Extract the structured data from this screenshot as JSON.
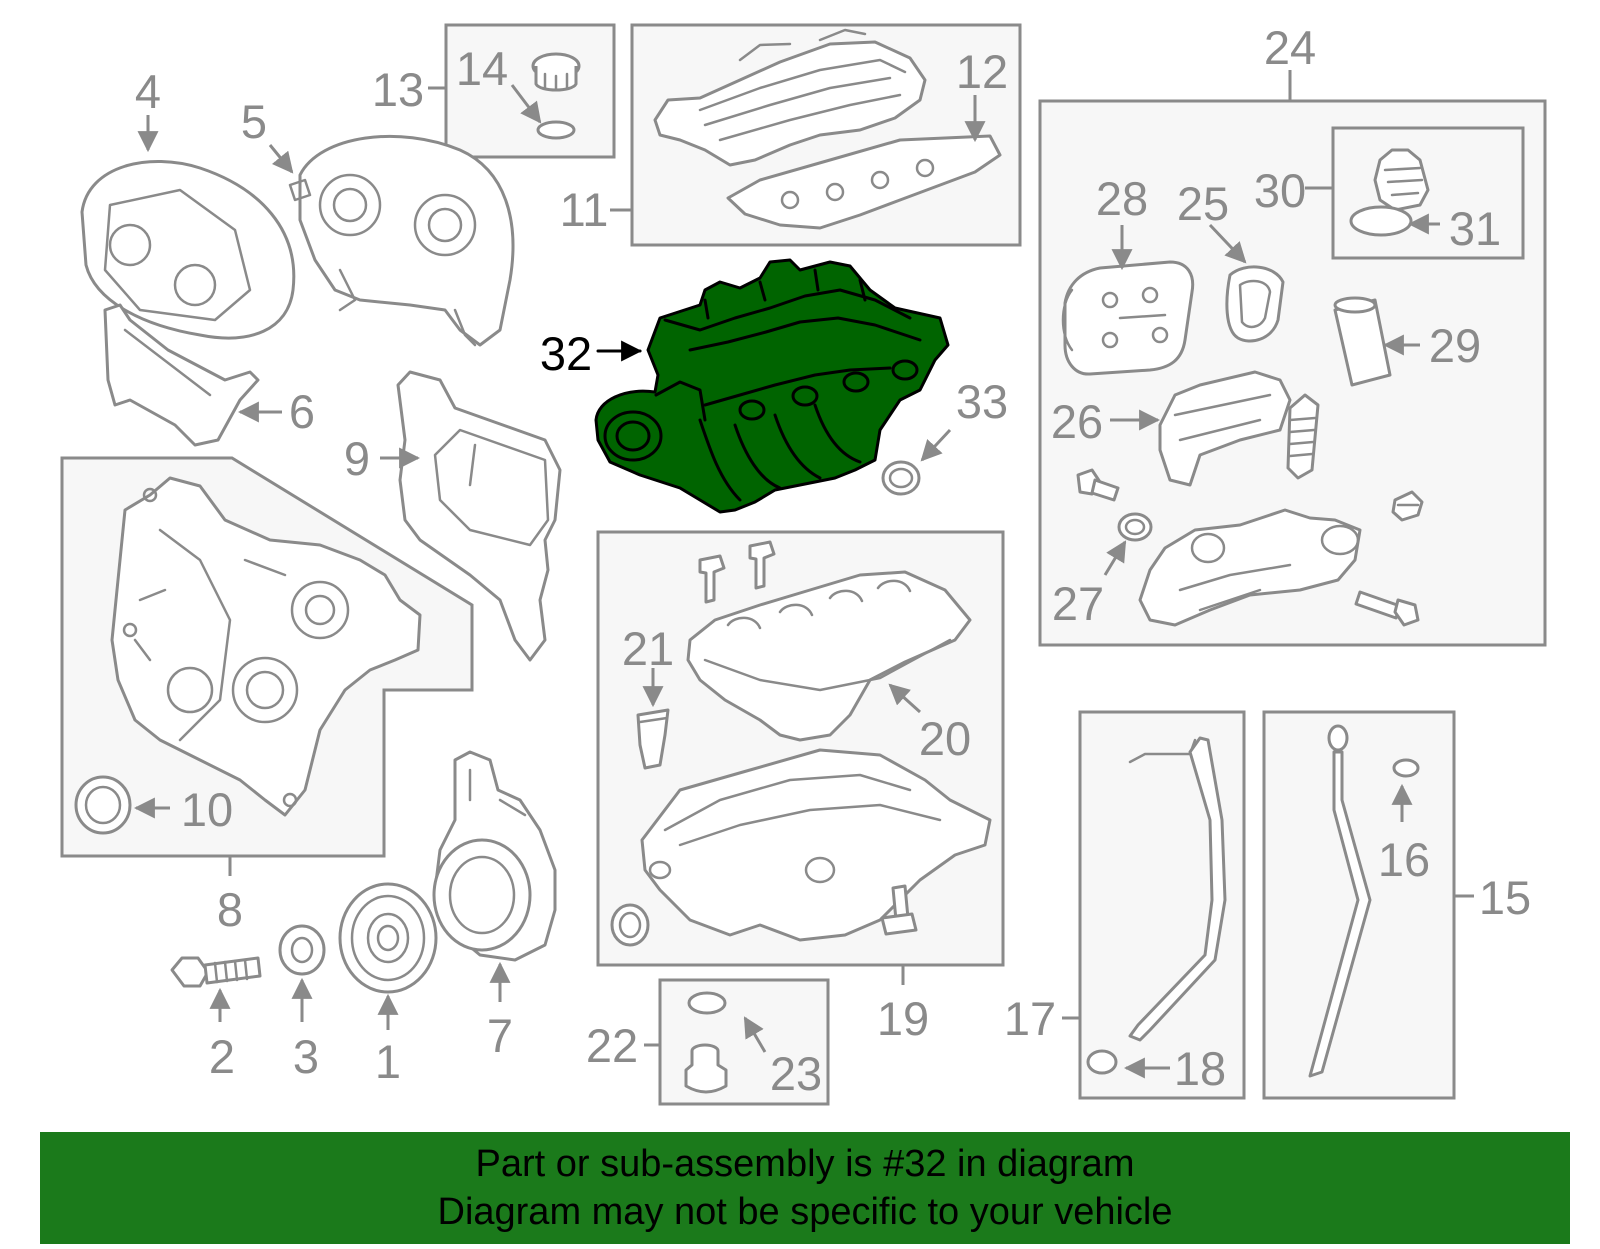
{
  "callouts": {
    "c1": "1",
    "c2": "2",
    "c3": "3",
    "c4": "4",
    "c5": "5",
    "c6": "6",
    "c7": "7",
    "c8": "8",
    "c9": "9",
    "c10": "10",
    "c11": "11",
    "c12": "12",
    "c13": "13",
    "c14": "14",
    "c15": "15",
    "c16": "16",
    "c17": "17",
    "c18": "18",
    "c19": "19",
    "c20": "20",
    "c21": "21",
    "c22": "22",
    "c23": "23",
    "c24": "24",
    "c25": "25",
    "c26": "26",
    "c27": "27",
    "c28": "28",
    "c29": "29",
    "c30": "30",
    "c31": "31",
    "c32": "32",
    "c33": "33"
  },
  "highlighted_part": "32",
  "colors": {
    "highlight": "#006400",
    "banner": "#1b7a1b",
    "line_art": "#8a8a8a"
  },
  "banner": {
    "line1": "Part or sub-assembly is #32 in diagram",
    "line2": "Diagram may not be specific to your vehicle"
  }
}
